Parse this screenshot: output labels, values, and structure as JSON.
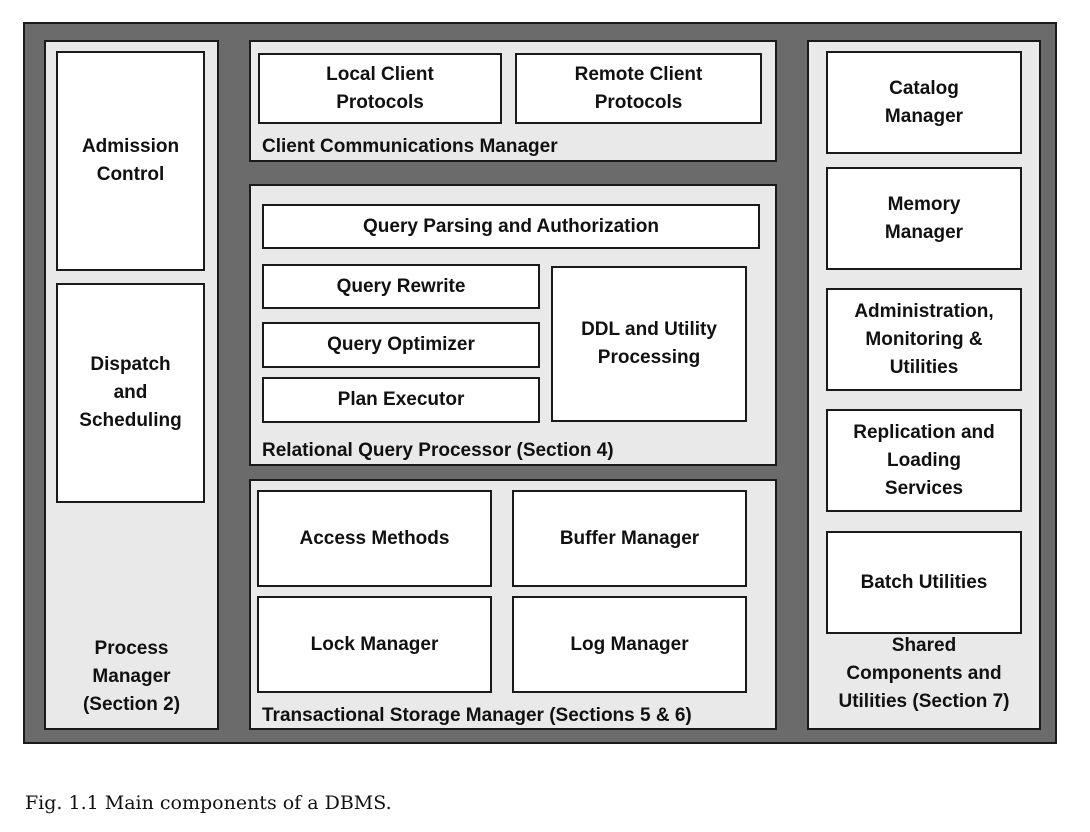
{
  "diagram": {
    "process_manager": {
      "label": "Process\nManager\n(Section 2)",
      "boxes": [
        "Admission\nControl",
        "Dispatch\nand\nScheduling"
      ]
    },
    "client_comm": {
      "label": "Client Communications Manager",
      "boxes": [
        "Local Client\nProtocols",
        "Remote Client\nProtocols"
      ]
    },
    "query_processor": {
      "label": "Relational Query Processor (Section 4)",
      "boxes": [
        "Query Parsing and Authorization",
        "Query Rewrite",
        "Query Optimizer",
        "Plan Executor",
        "DDL and Utility\nProcessing"
      ]
    },
    "storage_manager": {
      "label": "Transactional Storage Manager (Sections 5 & 6)",
      "boxes": [
        "Access Methods",
        "Buffer Manager",
        "Lock Manager",
        "Log Manager"
      ]
    },
    "shared": {
      "label": "Shared\nComponents and\nUtilities (Section 7)",
      "boxes": [
        "Catalog\nManager",
        "Memory\nManager",
        "Administration,\nMonitoring &\nUtilities",
        "Replication and\nLoading\nServices",
        "Batch Utilities"
      ]
    }
  },
  "caption": "Fig. 1.1  Main components of a DBMS."
}
